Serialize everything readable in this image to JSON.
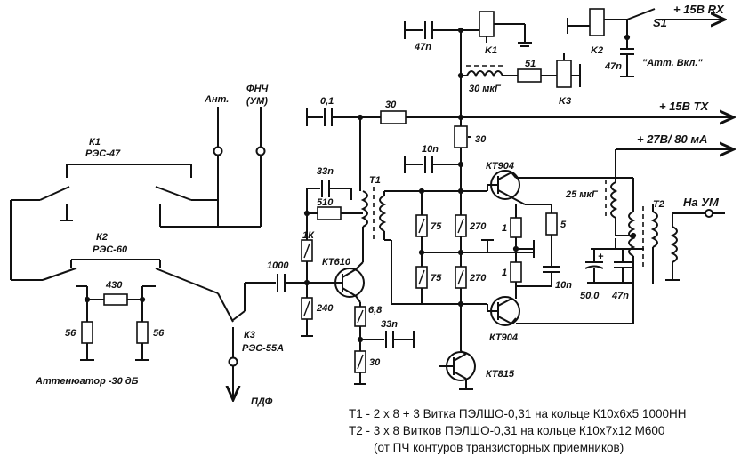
{
  "labels": {
    "k1_relay_top": "K1",
    "k2_relay_top": "K2",
    "k3_relay": "K3",
    "s1": "S1",
    "s1_desc": "\"Атт. Вкл.\"",
    "rail_15v_rx": "+ 15В RX",
    "rail_15v_tx": "+ 15В ТХ",
    "rail_27v": "+ 27В/ 80 мА",
    "to_pa": "На УМ",
    "ant": "Ант.",
    "fnch": "ФНЧ",
    "fnch_pa": "(УМ)",
    "k1_sw": "К1",
    "k1_type": "РЭС-47",
    "k2_sw": "К2",
    "k2_type": "РЭС-60",
    "k3_sw": "К3",
    "k3_type": "РЭС-55А",
    "attenuator": "Аттенюатор -30 дБ",
    "pdf": "ПДФ",
    "t1": "Т1",
    "t2": "Т2",
    "kt610": "КТ610",
    "kt904_top": "КТ904",
    "kt904_bottom": "КТ904",
    "kt815": "КТ815"
  },
  "values": {
    "c_47n_top": "47n",
    "c_47n_k2": "47n",
    "inductor_30": "30 мкГ",
    "r_51": "51",
    "c_01": "0,1",
    "r_30_top": "30",
    "r_30_pot": "30",
    "c_10n": "10n",
    "c_33n": "33n",
    "r_510": "510",
    "r_1k": "1К",
    "c_1000": "1000",
    "r_240": "240",
    "r_6_8": "6,8",
    "c_33n_emitter": "33n",
    "r_30_emitter": "30",
    "r_75_top": "75",
    "r_75_bottom": "75",
    "r_270_top": "270",
    "r_270_bottom": "270",
    "r_1_top": "1",
    "r_1_bottom": "1",
    "r_5": "5",
    "c_10n_out": "10n",
    "inductor_25": "25 мкГ",
    "c_50": "50,0",
    "c_47n_out": "47n",
    "r_430": "430",
    "r_56_left": "56",
    "r_56_right": "56"
  },
  "notes": [
    "Т1 - 2 х 8 + 3 Витка ПЭЛШО-0,31 на кольце К10х6х5 1000НН",
    "Т2 - 3 х 8 Витков ПЭЛШО-0,31 на кольце К10х7х12 М600",
    "(от ПЧ контуров транзисторных приемников)"
  ]
}
